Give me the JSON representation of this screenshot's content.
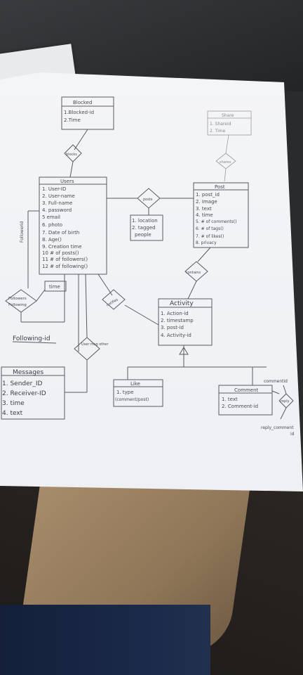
{
  "blocked": {
    "title": "Blocked",
    "attrs": [
      "1.Blocked-id",
      "2.Time"
    ]
  },
  "share": {
    "title": "Share",
    "attrs": [
      "1. Shareid",
      "2. Time"
    ]
  },
  "users": {
    "title": "Users",
    "attrs": [
      "1. User-ID",
      "2. User-name",
      "3. Full-name",
      "4. password",
      "5 email",
      "6. photo",
      "7. Date of birth",
      "8. Age()",
      "9. Creation time",
      "10 # of posts()",
      "11 # of followers()",
      "12 # of following()"
    ]
  },
  "post": {
    "title": "Post",
    "attrs": [
      "1. post_id",
      "2. Image",
      "3. text",
      "4. time",
      "5. # of comments()",
      "6. # of tags()",
      "7. # of likes()",
      "8. privacy"
    ]
  },
  "activity": {
    "title": "Activity",
    "attrs": [
      "1. Action-id",
      "2. timestamp",
      "3. post-id",
      "4. Activity-id"
    ]
  },
  "messages": {
    "title": "Messages",
    "attrs": [
      "1. Sender_ID",
      "2. Receiver-ID",
      "3. time",
      "4. text"
    ]
  },
  "like": {
    "title": "Like",
    "attrs": [
      "1. type",
      "(comment/post)"
    ]
  },
  "comment": {
    "title": "Comment",
    "attrs": [
      "1. text",
      "2. Comment-id"
    ]
  },
  "relations": {
    "blocks": "blocks",
    "shares": "shares",
    "posts": "posts",
    "contains": "contains",
    "notifies": "notifies",
    "user_msg_other": "User msg other",
    "reply": "reply"
  },
  "labels": {
    "location_tags": [
      "1. location",
      "2. tagged",
      "people"
    ],
    "time": "time",
    "followers_following": [
      "Followers",
      "Following"
    ],
    "follower_id": "Followerid",
    "following_id": "Following-id",
    "comment_id": "commentid",
    "reply_comment_id": [
      "reply_comment",
      "id"
    ]
  }
}
